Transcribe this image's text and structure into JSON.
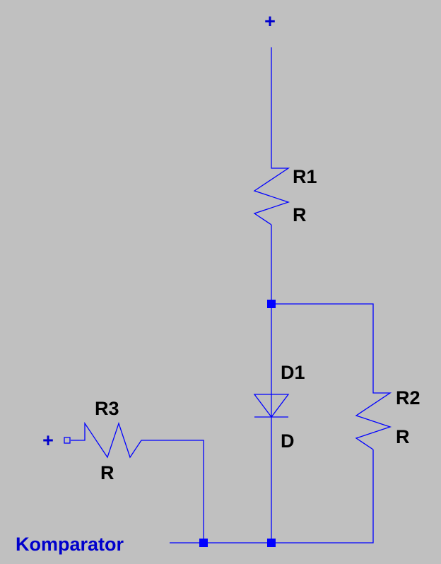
{
  "colors": {
    "background": "#c0c0c0",
    "wire": "#0000ff",
    "label": "#000000",
    "net_label": "#0000cc"
  },
  "nets": {
    "supply_top": "+",
    "supply_left": "+",
    "output": "Komparator"
  },
  "components": {
    "r1": {
      "ref": "R1",
      "value": "R"
    },
    "r2": {
      "ref": "R2",
      "value": "R"
    },
    "r3": {
      "ref": "R3",
      "value": "R"
    },
    "d1": {
      "ref": "D1",
      "value": "D"
    }
  }
}
